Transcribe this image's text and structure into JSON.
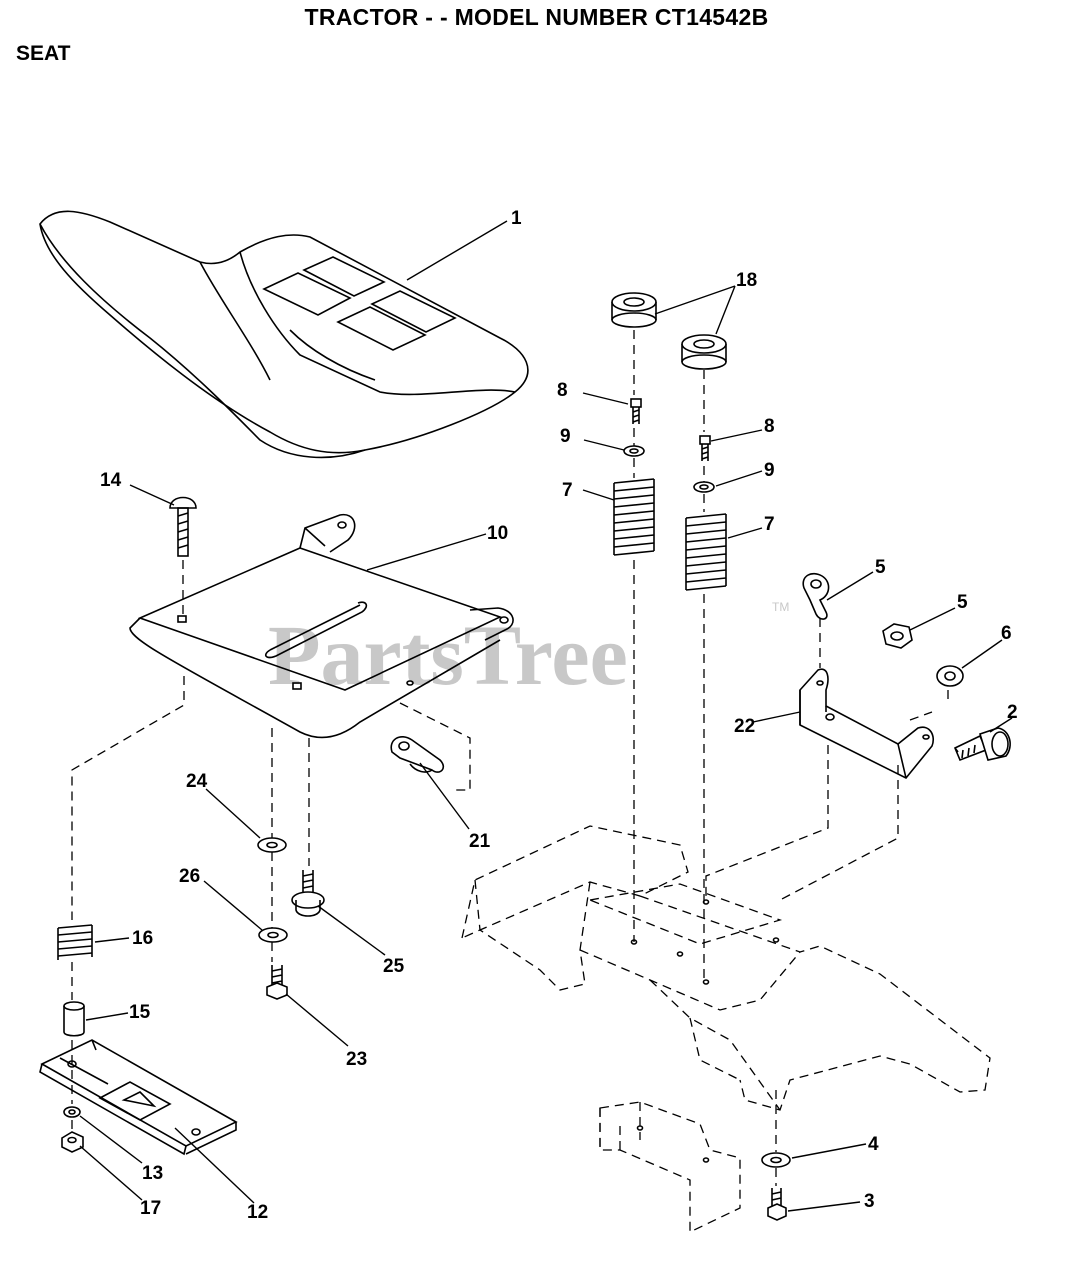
{
  "header": {
    "title": "TRACTOR - - MODEL NUMBER CT14542B",
    "section": "SEAT"
  },
  "watermark": {
    "text": "PartsTree",
    "trademark": "TM"
  },
  "callouts": [
    {
      "id": "seat",
      "label": "1"
    },
    {
      "id": "seat-pan",
      "label": "10"
    },
    {
      "id": "carriage-bolt",
      "label": "14"
    },
    {
      "id": "spring-spacer-left",
      "label": "18"
    },
    {
      "id": "screw-left",
      "label": "8"
    },
    {
      "id": "screw-right",
      "label": "8"
    },
    {
      "id": "washer-left",
      "label": "9"
    },
    {
      "id": "washer-right",
      "label": "9"
    },
    {
      "id": "spring-left",
      "label": "7"
    },
    {
      "id": "spring-right",
      "label": "7"
    },
    {
      "id": "clip-upper",
      "label": "5"
    },
    {
      "id": "clip-lower",
      "label": "5"
    },
    {
      "id": "nut",
      "label": "6"
    },
    {
      "id": "bushing",
      "label": "22"
    },
    {
      "id": "bracket",
      "label": "2"
    },
    {
      "id": "shoulder-bolt",
      "label": "21"
    },
    {
      "id": "washer-24",
      "label": "24"
    },
    {
      "id": "washer-26",
      "label": "26"
    },
    {
      "id": "bolt-25",
      "label": "25"
    },
    {
      "id": "spring-16",
      "label": "16"
    },
    {
      "id": "bolt-23",
      "label": "23"
    },
    {
      "id": "spacer-15",
      "label": "15"
    },
    {
      "id": "washer-13",
      "label": "13"
    },
    {
      "id": "nut-17",
      "label": "17"
    },
    {
      "id": "slide-plate",
      "label": "12"
    },
    {
      "id": "washer-4",
      "label": "4"
    },
    {
      "id": "bolt-3",
      "label": "3"
    }
  ]
}
